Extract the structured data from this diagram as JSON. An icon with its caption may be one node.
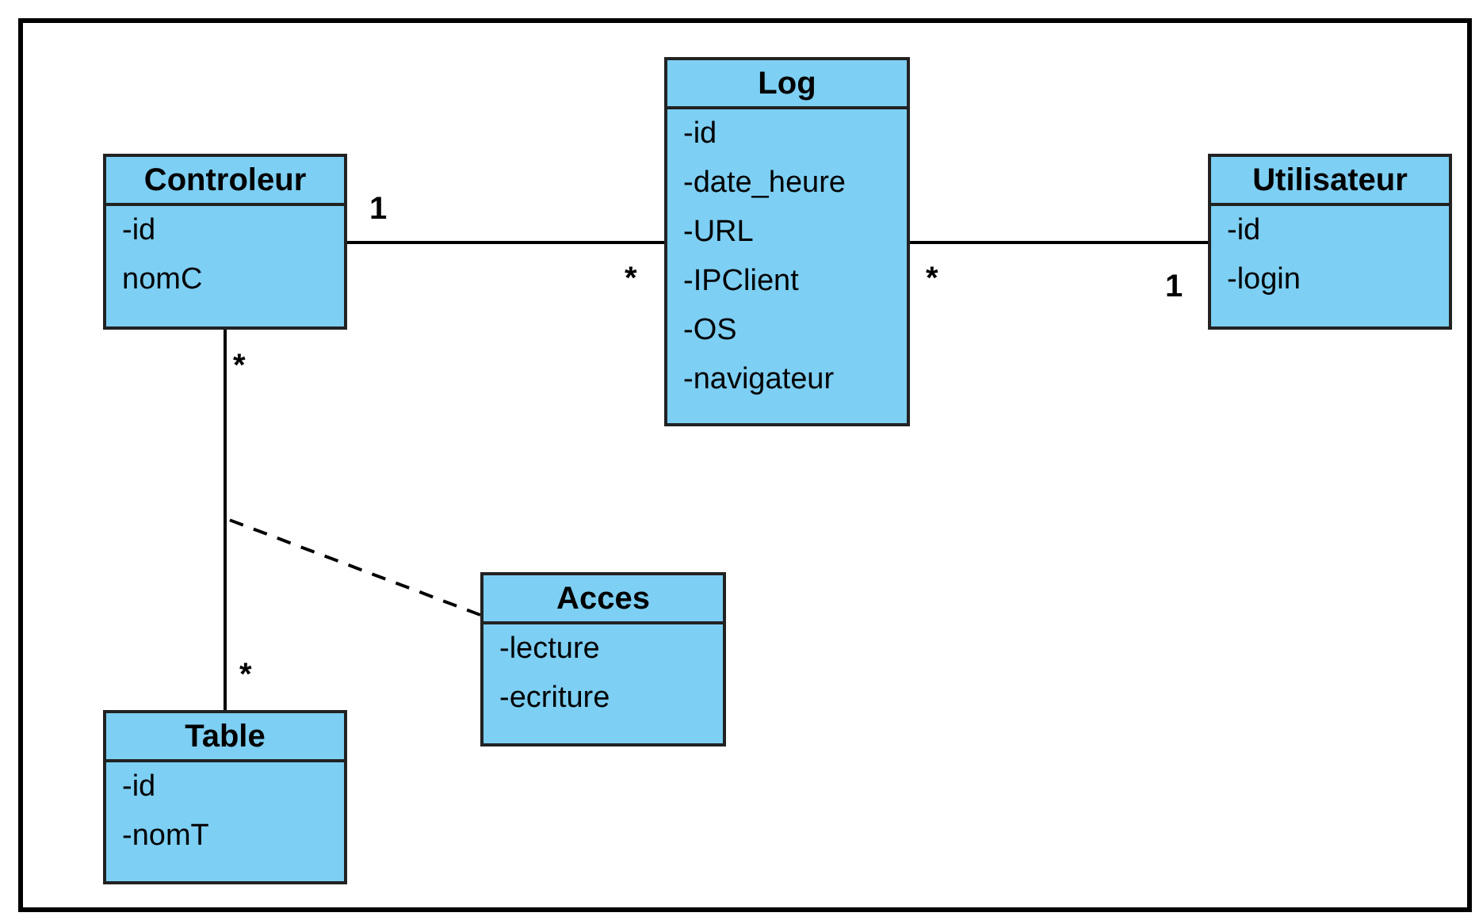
{
  "diagram": {
    "nodes": [
      {
        "text": [
          "Controleur",
          "-id",
          "nomC"
        ]
      },
      {
        "text": [
          "Log",
          "-id",
          "-date_heure",
          "-URL",
          "-IPClient",
          "-OS",
          "-navigateur"
        ]
      },
      {
        "text": [
          "Utilisateur",
          "-id",
          "-login"
        ]
      },
      {
        "text": [
          "Acces",
          "-lecture",
          "-ecriture"
        ]
      },
      {
        "text": [
          "Table",
          "-id",
          "-nomT"
        ]
      }
    ],
    "edges": [
      {
        "from": 0,
        "to": 1,
        "arrow": "none"
      },
      {
        "from": 1,
        "to": 2,
        "arrow": "none"
      },
      {
        "from": 0,
        "to": 4,
        "arrow": "none"
      },
      {
        "from": 3,
        "to": null,
        "arrow": "none",
        "style": "dashed"
      }
    ],
    "labels": [
      "1",
      "*",
      "*",
      "1",
      "*",
      "*"
    ]
  }
}
